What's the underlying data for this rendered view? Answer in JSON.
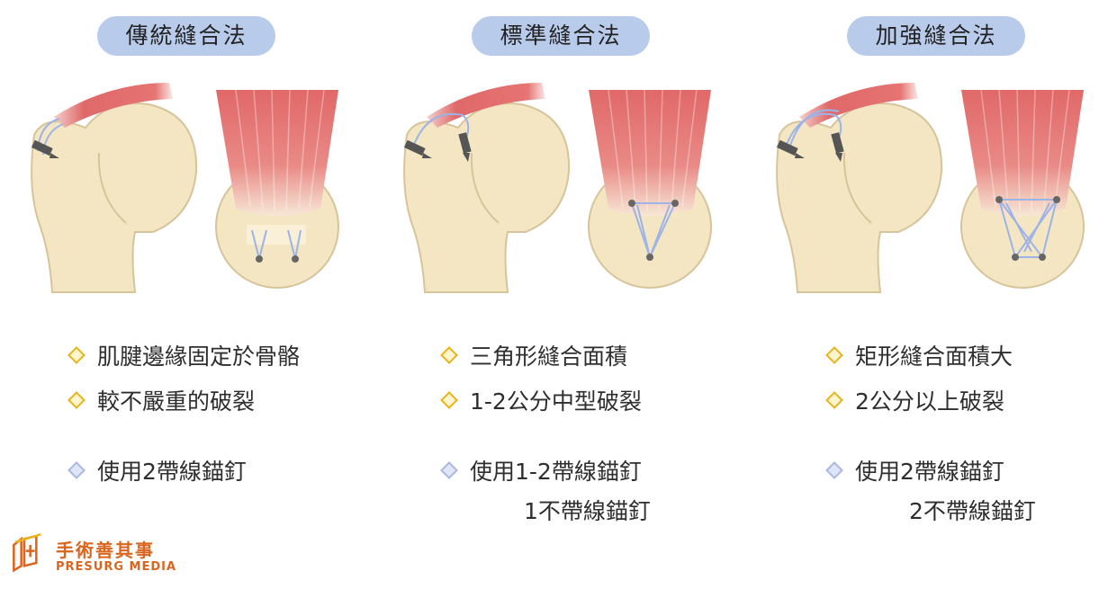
{
  "columns": [
    {
      "title": "傳統縫合法",
      "points": [
        "肌腱邊緣固定於骨骼",
        "較不嚴重的破裂"
      ],
      "anchor_lines": [
        "使用2帶線錨釘"
      ]
    },
    {
      "title": "標準縫合法",
      "points": [
        "三角形縫合面積",
        "1-2公分中型破裂"
      ],
      "anchor_lines": [
        "使用1-2帶線錨釘",
        "1不帶線錨釘"
      ]
    },
    {
      "title": "加強縫合法",
      "points": [
        "矩形縫合面積大",
        "2公分以上破裂"
      ],
      "anchor_lines": [
        "使用2帶線錨釘",
        "2不帶線錨釘"
      ]
    }
  ],
  "logo": {
    "cn": "手術善其事",
    "en": "PRESURG MEDIA"
  },
  "colors": {
    "pill": "#b9cbeb",
    "bone": "#f5e6c3",
    "bone_outline": "#d6c49a",
    "muscle": "#e57473",
    "suture": "#9cb3e8",
    "gold_bullet": "#e9b41a",
    "blue_bullet": "#aab8e2",
    "logo": "#d9651f"
  },
  "icons": [
    "gold-diamond-bullet",
    "blue-diamond-bullet",
    "suture-anchor-icon"
  ]
}
